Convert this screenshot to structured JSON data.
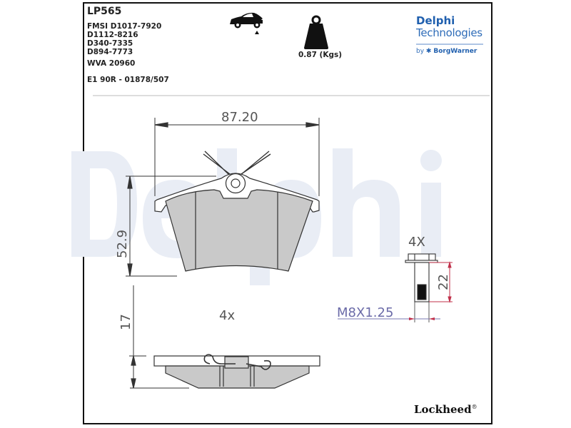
{
  "header": {
    "part_number": "LP565",
    "references": [
      "FMSI D1017-7920",
      "D1112-8216",
      "D340-7335",
      "D894-7773"
    ],
    "wva": "WVA 20960",
    "approval": "E1 90R - 01878/507",
    "position_icon": "rear-axle-car-icon",
    "weight_icon": "weight-icon",
    "weight": "0.87 (Kgs)"
  },
  "brand": {
    "line1": "Delphi",
    "line2": "Technologies",
    "by": "by",
    "parent": "BorgWarner",
    "watermark": "Delphi",
    "footer_logo": "Lockheed",
    "footer_reg": "®",
    "accent": "#1f5fae"
  },
  "drawing": {
    "width_dim": "87.20",
    "height_dim": "52.9",
    "thickness_dim": "17",
    "pad_qty": "4x",
    "bolt_qty": "4X",
    "bolt_length": "22",
    "bolt_thread": "M8X1.25"
  }
}
